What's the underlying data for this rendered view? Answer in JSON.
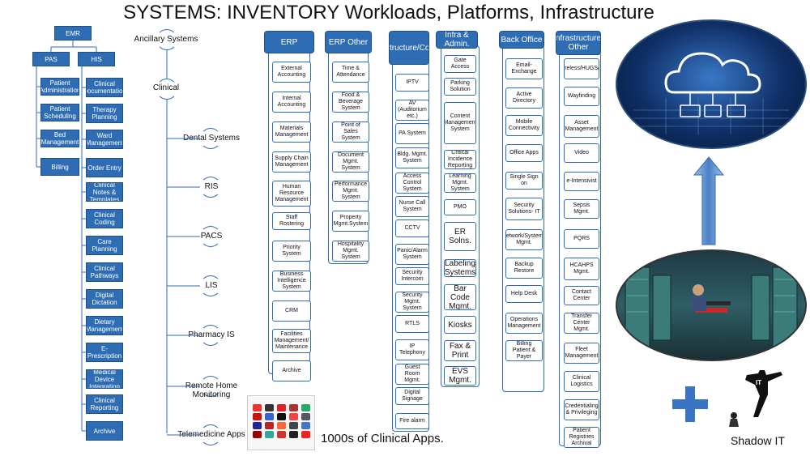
{
  "title": "SYSTEMS: INVENTORY Workloads, Platforms, Infrastructure",
  "emr_tree": {
    "root": "EMR",
    "pas": {
      "label": "PAS",
      "items": [
        "Patient Administration",
        "Patient Scheduling",
        "Bed Management",
        "Billing"
      ]
    },
    "his": {
      "label": "HIS",
      "items": [
        "Clinical Documentation",
        "Therapy Planning",
        "Ward Management",
        "Order Entry",
        "Clinical Notes & Templates",
        "Clinical Coding",
        "Care Planning",
        "Clinical Pathways",
        "Digital Dictation",
        "Dietary Management",
        "E-Prescription",
        "Medical Device Integration",
        "Clinical Reporting",
        "Archive"
      ]
    }
  },
  "clinical_tree": {
    "ancillary": "Ancillary Systems",
    "clinical": "Clinical",
    "items": [
      "Dental Systems",
      "RIS",
      "PACS",
      "LIS",
      "Pharmacy IS",
      "Remote Home Monitoring",
      "Telemedicine Apps"
    ]
  },
  "columns": {
    "erp": {
      "header": "ERP",
      "items": [
        "External Accounting",
        "Internal Accounting",
        "Materials Management",
        "Supply Chain Management",
        "Human Resource Management",
        "Staff Rostering",
        "Priority System",
        "Business Intelligence System",
        "CRM",
        "Facilities Management/ Maintenance",
        "Archive"
      ]
    },
    "erp_other": {
      "header": "ERP Other",
      "items": [
        "Time & Attendance",
        "Food & Beverage System",
        "Point of Sales System",
        "Document Mgmt. System",
        "Performance Mgmt. System",
        "Property Mgmt.System",
        "Hospitality Mgmt. System"
      ]
    },
    "infra_comm": {
      "header": "Infrastructure/Comm's",
      "items": [
        "IPTV",
        "AV (Auditorium etc.)",
        "PA System",
        "Bldg. Mgmt. System",
        "Access Control System",
        "Nurse Call System",
        "CCTV",
        "Panic/Alarm System",
        "Security Intercom",
        "Security Mgmt. System",
        "RTLS",
        "IP Telephony",
        "Guest Room Mgmt.",
        "Digital Signage",
        "Fire alarm"
      ]
    },
    "infra_admin": {
      "header": "Infra & Admin.",
      "items": [
        "Gate Access",
        "Parking Solution",
        "Content Management System",
        "Critical Incidence Reporting",
        "Learning Mgmt. System",
        "PMO",
        "ER Solns.",
        "Labeling Systems",
        "Bar Code Mgmt.",
        "Kiosks",
        "Fax & Print",
        "EVS Mgmt."
      ]
    },
    "back_office": {
      "header": "Back Office",
      "items": [
        "Email-Exchange",
        "Active Directory",
        "Mobile Connectivity",
        "Office Apps",
        "Single Sign on",
        "Security Solutions- IT",
        "Network/Systems Mgmt.",
        "Backup Restore",
        "Help Desk",
        "Operations Management",
        "Billing Patient & Payer"
      ]
    },
    "infra_other": {
      "header": "Infrastructure/ Other",
      "items": [
        "Wireless/HUGS/IR",
        "Wayfinding",
        "Asset Management",
        "Video",
        "e-Intensivist",
        "Sepsis Mgmt.",
        "PQRS",
        "HCAHPS Mgmt.",
        "Contact Center",
        "Transfer Center Mgmt.",
        "Fleet Management",
        "Clinical Logistics",
        "Credentialing & Privileging",
        "Patient Registries Archival"
      ]
    }
  },
  "apps_caption": "1000s of Clinical Apps.",
  "shadow_it": "Shadow IT",
  "shadow_it_badge": "IT",
  "colors": {
    "primary": "#2e6db3",
    "arrow": "#4a7fc6"
  },
  "icons": {
    "cloud": "cloud-datacenter-icon",
    "server_room": "server-room-photo",
    "plus": "plus-icon",
    "shadow": "shadow-it-figure-icon",
    "apps": "app-grid-thumbnail"
  }
}
